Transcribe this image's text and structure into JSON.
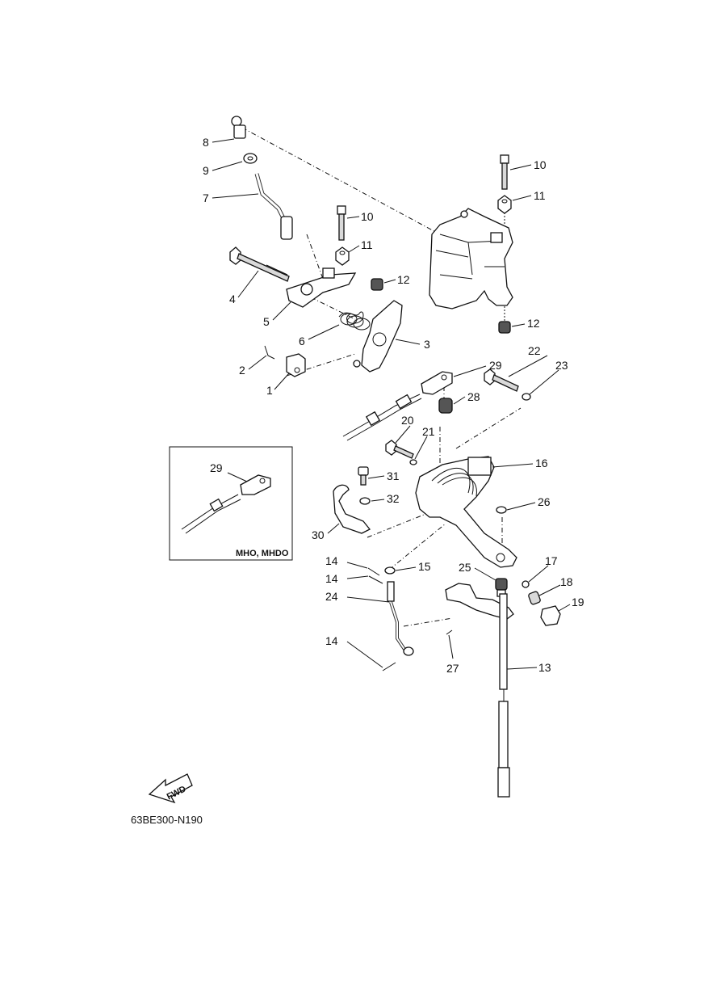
{
  "diagram_code": "63BE300-N190",
  "inset_caption": "MHO, MHDO",
  "fwd_label": "FWD",
  "callouts": [
    {
      "id": "c1",
      "num": "1"
    },
    {
      "id": "c2",
      "num": "2"
    },
    {
      "id": "c3",
      "num": "3"
    },
    {
      "id": "c4",
      "num": "4"
    },
    {
      "id": "c5",
      "num": "5"
    },
    {
      "id": "c6",
      "num": "6"
    },
    {
      "id": "c7",
      "num": "7"
    },
    {
      "id": "c8",
      "num": "8"
    },
    {
      "id": "c9",
      "num": "9"
    },
    {
      "id": "c10a",
      "num": "10"
    },
    {
      "id": "c10b",
      "num": "10"
    },
    {
      "id": "c11a",
      "num": "11"
    },
    {
      "id": "c11b",
      "num": "11"
    },
    {
      "id": "c12a",
      "num": "12"
    },
    {
      "id": "c12b",
      "num": "12"
    },
    {
      "id": "c13",
      "num": "13"
    },
    {
      "id": "c14a",
      "num": "14"
    },
    {
      "id": "c14b",
      "num": "14"
    },
    {
      "id": "c14c",
      "num": "14"
    },
    {
      "id": "c15",
      "num": "15"
    },
    {
      "id": "c16",
      "num": "16"
    },
    {
      "id": "c17",
      "num": "17"
    },
    {
      "id": "c18",
      "num": "18"
    },
    {
      "id": "c19",
      "num": "19"
    },
    {
      "id": "c20",
      "num": "20"
    },
    {
      "id": "c21",
      "num": "21"
    },
    {
      "id": "c22",
      "num": "22"
    },
    {
      "id": "c23",
      "num": "23"
    },
    {
      "id": "c24",
      "num": "24"
    },
    {
      "id": "c25",
      "num": "25"
    },
    {
      "id": "c26",
      "num": "26"
    },
    {
      "id": "c27",
      "num": "27"
    },
    {
      "id": "c28",
      "num": "28"
    },
    {
      "id": "c29a",
      "num": "29"
    },
    {
      "id": "c29b",
      "num": "29"
    },
    {
      "id": "c30",
      "num": "30"
    },
    {
      "id": "c31",
      "num": "31"
    },
    {
      "id": "c32",
      "num": "32"
    }
  ]
}
